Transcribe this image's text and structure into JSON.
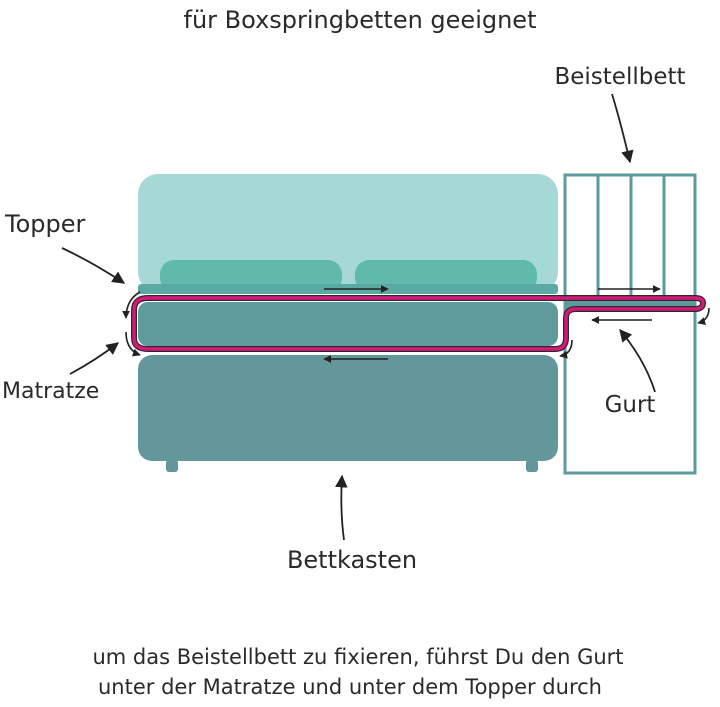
{
  "title": "für Boxspringbetten geeignet",
  "labels": {
    "beistellbett": "Beistellbett",
    "topper": "Topper",
    "matratze": "Matratze",
    "gurt": "Gurt",
    "bettkasten": "Bettkasten"
  },
  "caption": {
    "line1": "um das Beistellbett zu fixieren, führst Du den Gurt",
    "line2": "unter der Matratze und unter dem Topper durch"
  },
  "colors": {
    "headboard": "#a6d9d6",
    "pillow": "#5fbaa9",
    "topper": "#5aa9a3",
    "mattress": "#5f9b9c",
    "box": "#63979a",
    "crib": "#5d9a9b",
    "strap": "#d6187a",
    "arrow": "#222222"
  }
}
